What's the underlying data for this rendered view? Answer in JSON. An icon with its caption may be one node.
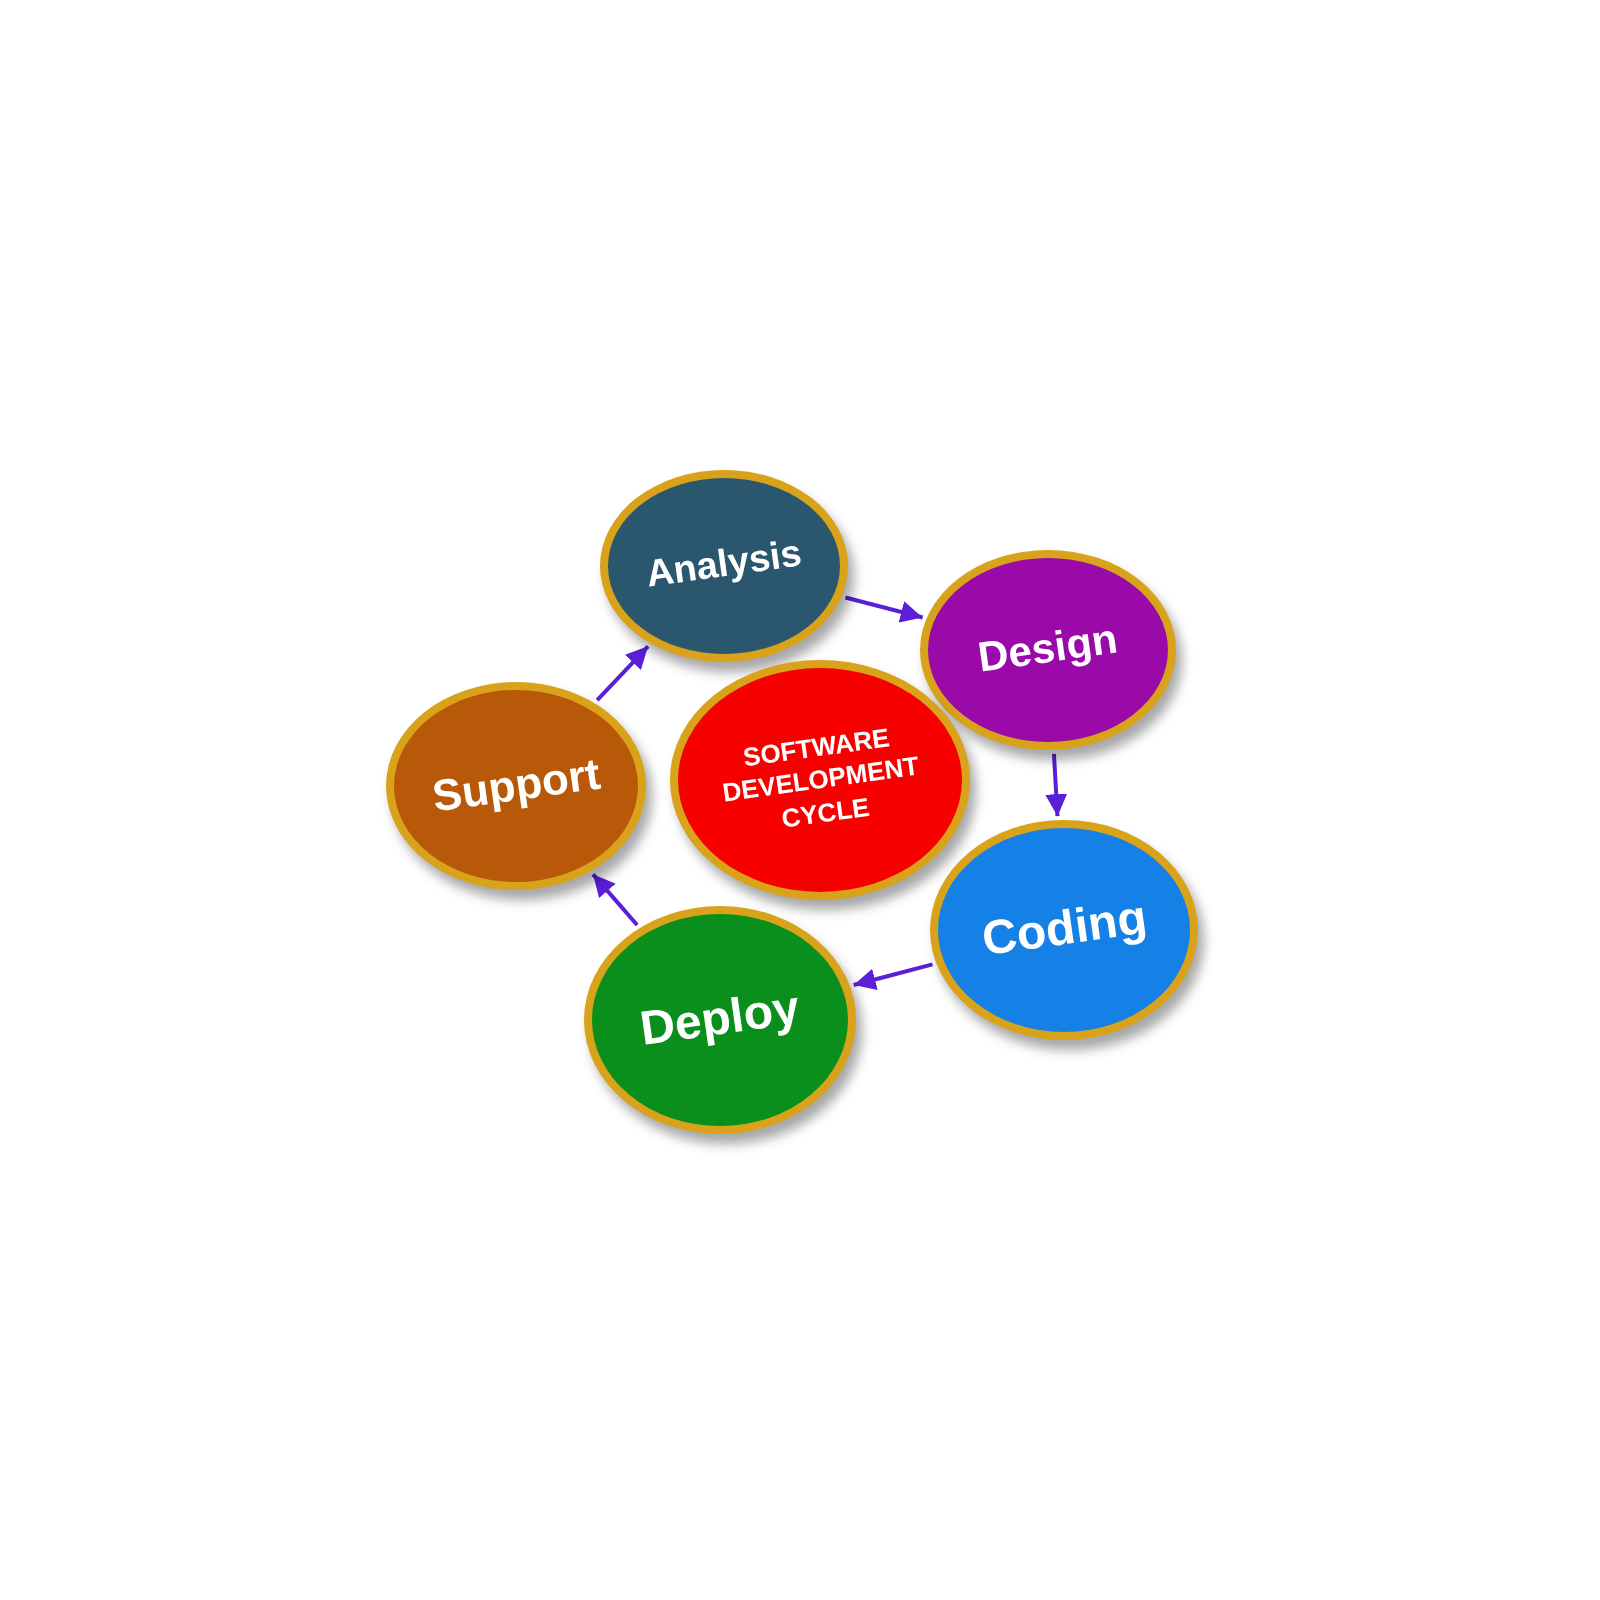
{
  "diagram": {
    "nodes": [
      {
        "text": [
          "Analysis"
        ]
      },
      {
        "text": [
          "Design"
        ]
      },
      {
        "text": [
          "Support"
        ]
      },
      {
        "text": [
          "SOFTWARE DEVELOPMENT CYCLE"
        ]
      },
      {
        "text": [
          "Coding"
        ]
      },
      {
        "text": [
          "Deploy"
        ]
      }
    ],
    "edges": [
      {
        "from": 0,
        "to": 1,
        "arrow": "to"
      },
      {
        "from": 1,
        "to": 4,
        "arrow": "to"
      },
      {
        "from": 4,
        "to": 5,
        "arrow": "to"
      },
      {
        "from": 5,
        "to": 2,
        "arrow": "to"
      },
      {
        "from": 2,
        "to": 0,
        "arrow": "to"
      }
    ]
  }
}
